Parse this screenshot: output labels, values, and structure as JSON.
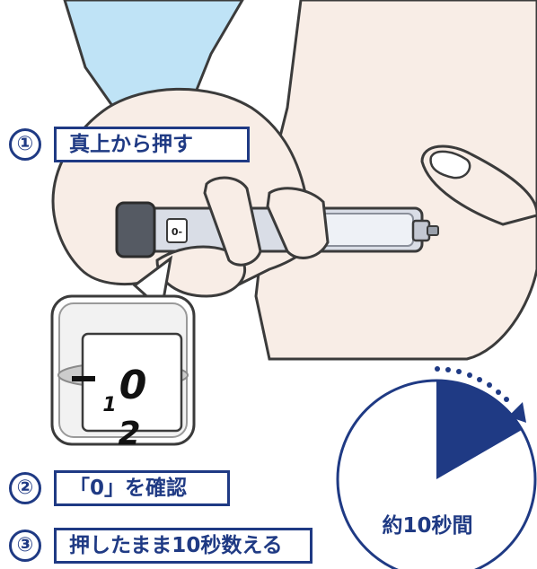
{
  "steps": [
    {
      "number": "①",
      "text": "真上から押す"
    },
    {
      "number": "②",
      "text": "「0」を確認"
    },
    {
      "number": "③",
      "text": "押したまま10秒数える"
    }
  ],
  "timer": {
    "label": "約10秒間"
  },
  "dial": {
    "d1": "0",
    "d2": "1",
    "d3": "2",
    "small": "0-"
  },
  "colors": {
    "accent": "#1f3a84",
    "sleeve": "#bfe3f6",
    "skin": "#f8ede6",
    "outline": "#3b3b3b"
  }
}
